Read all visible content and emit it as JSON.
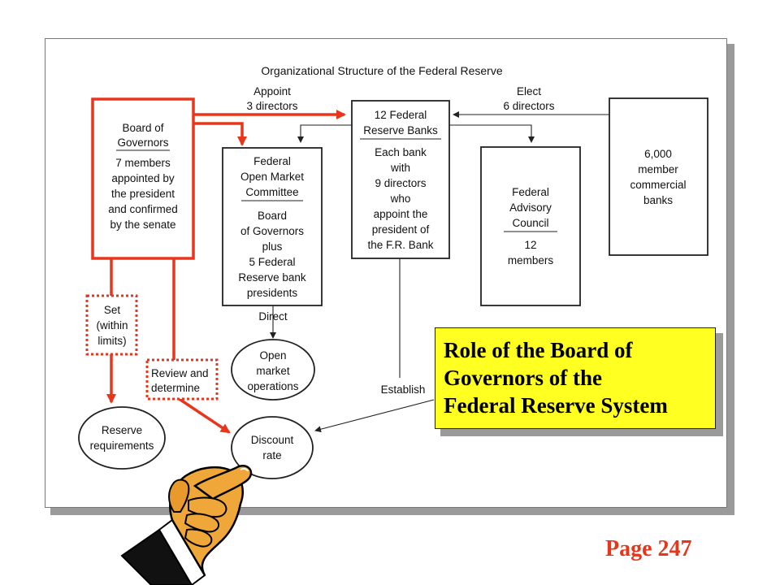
{
  "diagram": {
    "title": "Organizational Structure of the Federal Reserve",
    "labels": {
      "appoint": [
        "Appoint",
        "3 directors"
      ],
      "elect": [
        "Elect",
        "6 directors"
      ],
      "direct": "Direct",
      "establish": "Establish",
      "set": [
        "Set",
        "(within",
        "limits)"
      ],
      "review": [
        "Review and",
        "determine"
      ]
    },
    "boxes": {
      "board": {
        "title": [
          "Board of",
          "Governors"
        ],
        "body": [
          "7 members",
          "appointed by",
          "the president",
          "and confirmed",
          "by the senate"
        ]
      },
      "fomc": {
        "title": [
          "Federal",
          "Open Market",
          "Committee"
        ],
        "body": [
          "Board",
          "of Governors",
          "plus",
          "5 Federal",
          "Reserve bank",
          "presidents"
        ]
      },
      "banks": {
        "title": [
          "12 Federal",
          "Reserve Banks"
        ],
        "body": [
          "Each bank",
          "with",
          "9 directors",
          "who",
          "appoint the",
          "president of",
          "the F.R. Bank"
        ]
      },
      "council": {
        "title": [
          "Federal",
          "Advisory",
          "Council"
        ],
        "body": [
          "12",
          "members"
        ]
      },
      "member": {
        "body": [
          "6,000",
          "member",
          "commercial",
          "banks"
        ]
      }
    },
    "ovals": {
      "open_market": [
        "Open",
        "market",
        "operations"
      ],
      "reserve": [
        "Reserve",
        "requirements"
      ],
      "discount": [
        "Discount",
        "rate"
      ]
    },
    "colors": {
      "highlight": "#e8361c",
      "callout_bg": "#ffff22",
      "page_number": "#e8361c"
    }
  },
  "callout": {
    "lines": [
      "Role of the Board of",
      "Governors of the",
      "Federal Reserve System"
    ]
  },
  "page_number": "Page 247",
  "icons": {
    "pointer": "pointing-hand-icon"
  }
}
